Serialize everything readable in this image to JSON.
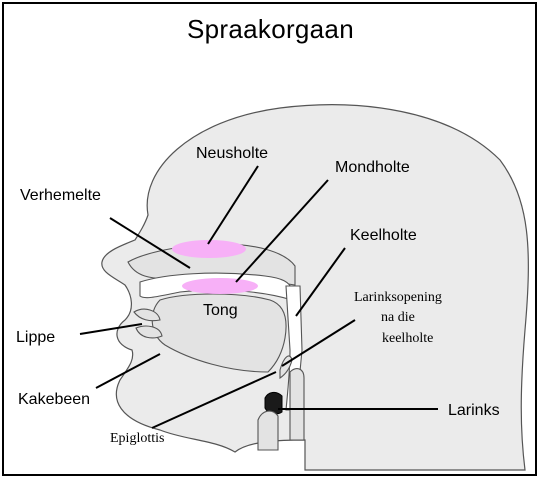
{
  "diagram": {
    "title": "Spraakorgaan",
    "labels": {
      "neusholte": "Neusholte",
      "mondholte": "Mondholte",
      "verhemelte": "Verhemelte",
      "keelholte": "Keelholte",
      "tong": "Tong",
      "larinksopening_line1": "Larinksopening",
      "larinksopening_line2": "na die",
      "larinksopening_line3": "keelholte",
      "lippe": "Lippe",
      "kakebeen": "Kakebeen",
      "larinks": "Larinks",
      "epiglottis": "Epiglottis"
    },
    "colors": {
      "highlight": "#f7b0f7",
      "head_fill": "#ebebeb",
      "outline": "#555555"
    }
  }
}
